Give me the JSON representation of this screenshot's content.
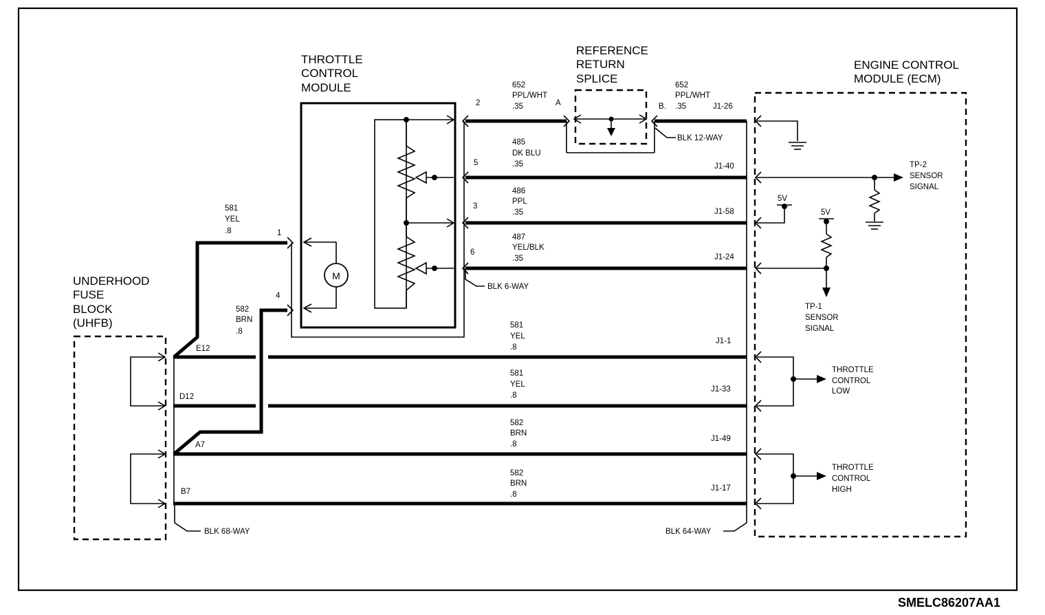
{
  "diagram_id": "SMELC86207AA1",
  "components": {
    "throttle_control_module": [
      "THROTTLE",
      "CONTROL",
      "MODULE"
    ],
    "reference_return_splice": [
      "REFERENCE",
      "RETURN",
      "SPLICE"
    ],
    "ecm": [
      "ENGINE CONTROL",
      "MODULE (ECM)"
    ],
    "uhfb": [
      "UNDERHOOD",
      "FUSE",
      "BLOCK",
      "(UHFB)"
    ],
    "motor_symbol": "M"
  },
  "connectors": {
    "blk_12_way": "BLK 12-WAY",
    "blk_6_way": "BLK 6-WAY",
    "blk_68_way": "BLK 68-WAY",
    "blk_64_way": "BLK 64-WAY"
  },
  "splice_points": {
    "a": "A",
    "b": "B."
  },
  "tcm_pins": {
    "p1": "1",
    "p2": "2",
    "p3": "3",
    "p4": "4",
    "p5": "5",
    "p6": "6"
  },
  "circuits": {
    "c652_left": [
      "652",
      "PPL/WHT",
      ".35"
    ],
    "c652_right": [
      "652",
      "PPL/WHT",
      ".35"
    ],
    "c485": [
      "485",
      "DK BLU",
      ".35"
    ],
    "c486": [
      "486",
      "PPL",
      ".35"
    ],
    "c487": [
      "487",
      "YEL/BLK",
      ".35"
    ],
    "c581_feed": [
      "581",
      "YEL",
      ".8"
    ],
    "c582_feed": [
      "582",
      "BRN",
      ".8"
    ],
    "c581_a": [
      "581",
      "YEL",
      ".8"
    ],
    "c581_b": [
      "581",
      "YEL",
      ".8"
    ],
    "c582_a": [
      "582",
      "BRN",
      ".8"
    ],
    "c582_b": [
      "582",
      "BRN",
      ".8"
    ]
  },
  "ecm_pins": {
    "j1_26": "J1-26",
    "j1_40": "J1-40",
    "j1_58": "J1-58",
    "j1_24": "J1-24",
    "j1_1": "J1-1",
    "j1_33": "J1-33",
    "j1_49": "J1-49",
    "j1_17": "J1-17"
  },
  "fuse_pins": {
    "e12": "E12",
    "d12": "D12",
    "a7": "A7",
    "b7": "B7"
  },
  "ecm_signals": {
    "tp2": [
      "TP-2",
      "SENSOR",
      "SIGNAL"
    ],
    "tp1": [
      "TP-1",
      "SENSOR",
      "SIGNAL"
    ],
    "tc_low": [
      "THROTTLE",
      "CONTROL",
      "LOW"
    ],
    "tc_high": [
      "THROTTLE",
      "CONTROL",
      "HIGH"
    ],
    "v5_a": "5V",
    "v5_b": "5V"
  }
}
